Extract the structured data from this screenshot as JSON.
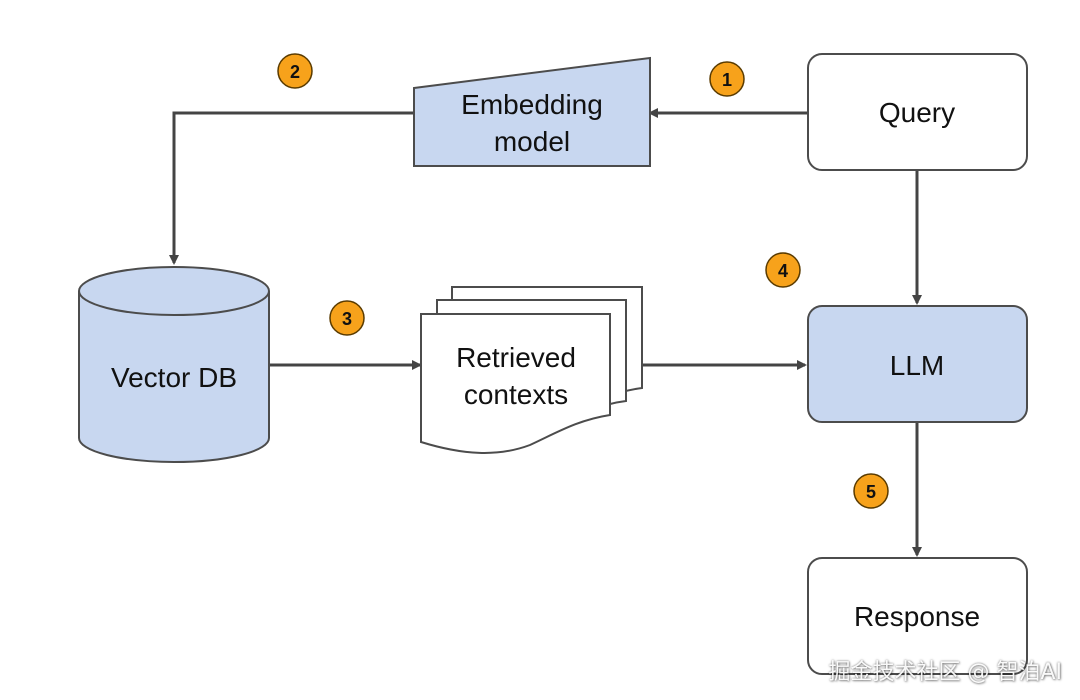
{
  "colors": {
    "blue_fill": "#c8d7f0",
    "stroke": "#444444",
    "badge_fill": "#f7a21b",
    "white": "#ffffff"
  },
  "nodes": {
    "query": {
      "label": "Query"
    },
    "embedding_model": {
      "line1": "Embedding",
      "line2": "model"
    },
    "vector_db": {
      "label": "Vector DB"
    },
    "retrieved_contexts": {
      "line1": "Retrieved",
      "line2": "contexts"
    },
    "llm": {
      "label": "LLM"
    },
    "response": {
      "label": "Response"
    }
  },
  "badges": [
    "1",
    "2",
    "3",
    "4",
    "5"
  ],
  "watermark": "掘金技术社区 @ 智泊AI"
}
